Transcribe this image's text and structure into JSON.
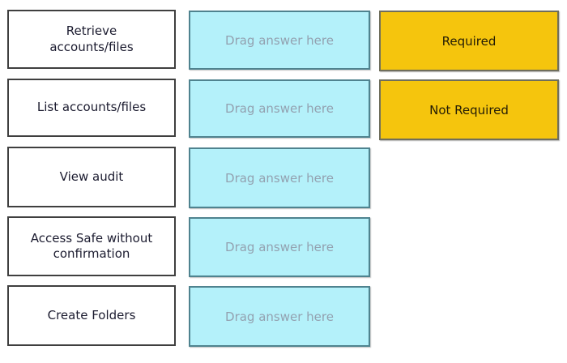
{
  "question": {
    "rows": [
      {
        "label": "Retrieve accounts/files",
        "placeholder": "Drag answer here"
      },
      {
        "label": "List accounts/files",
        "placeholder": "Drag answer here"
      },
      {
        "label": "View audit",
        "placeholder": "Drag answer here"
      },
      {
        "label": "Access Safe without confirmation",
        "placeholder": "Drag answer here"
      },
      {
        "label": "Create Folders",
        "placeholder": "Drag answer here"
      }
    ],
    "answers": [
      {
        "label": "Required"
      },
      {
        "label": "Not Required"
      }
    ],
    "colors": {
      "drop_zone_fill": "#b4f1fa",
      "drop_zone_border": "#4f838f",
      "placeholder_text": "#93a1b0",
      "answer_fill": "#f5c50d",
      "answer_border": "#6f6e5c",
      "answer_text": "#231c06",
      "label_text": "#1b1b2f"
    }
  }
}
